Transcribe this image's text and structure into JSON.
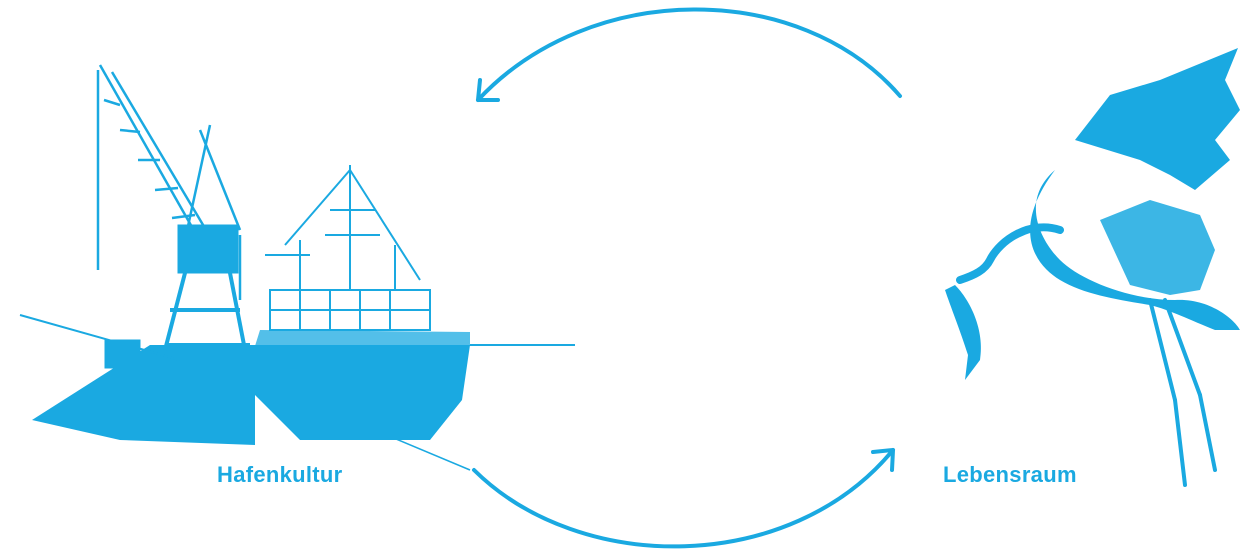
{
  "colors": {
    "accent": "#1aa9e1",
    "background": "#ffffff"
  },
  "labels": {
    "left": "Hafenkultur",
    "right": "Lebensraum"
  },
  "icons": {
    "left": "harbor-crane-ship-illustration",
    "right": "heron-with-fish-illustration"
  }
}
